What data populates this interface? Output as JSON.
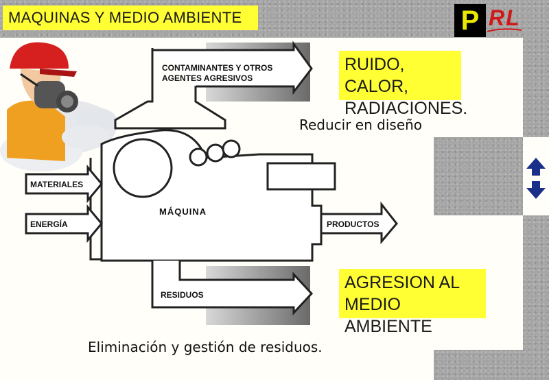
{
  "title": "MAQUINAS Y MEDIO AMBIENTE",
  "logo": {
    "p": "P",
    "rl": "RL"
  },
  "labels": {
    "contaminantes_line1": "CONTAMINANTES Y OTROS",
    "contaminantes_line2": "AGENTES AGRESIVOS",
    "materiales": "MATERIALES",
    "energia": "ENERGÍA",
    "maquina": "MÁQUINA",
    "productos": "PRODUCTOS",
    "residuos": "RESIDUOS"
  },
  "callouts": {
    "ruido_line1": "RUIDO, CALOR,",
    "ruido_line2": "RADIACIONES.",
    "agresion_line1": "AGRESION AL",
    "agresion_line2": "MEDIO AMBIENTE"
  },
  "notes": {
    "reducir": "Reducir en diseño",
    "eliminacion": "Eliminación y gestión de residuos."
  },
  "colors": {
    "highlight": "#ffff33",
    "logo_red": "#d01818",
    "nav_blue": "#1a2f8a",
    "helmet_red": "#d62020",
    "worker_orange": "#f0a020"
  },
  "icons": [
    "worker-with-respirator-icon",
    "up-down-nav-icon"
  ]
}
